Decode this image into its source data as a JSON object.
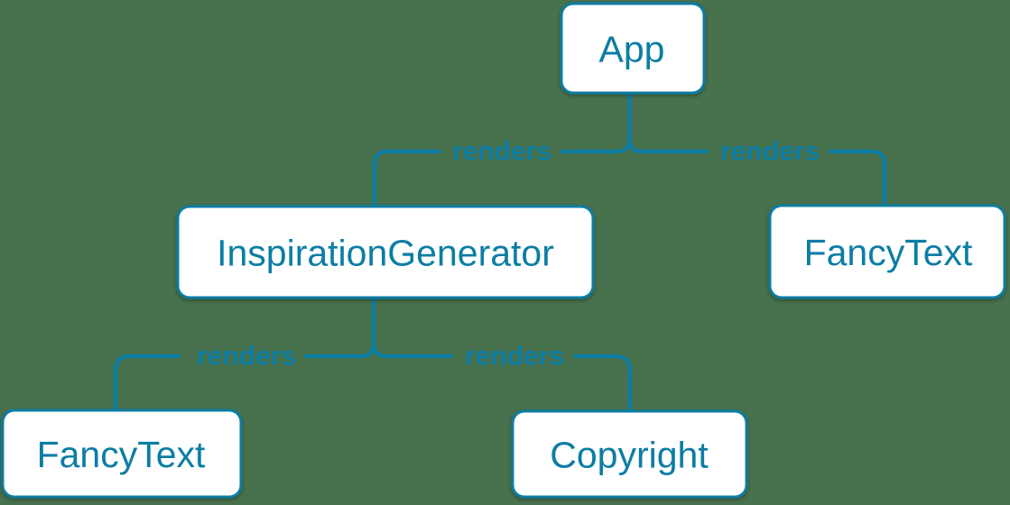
{
  "diagram": {
    "type": "component-tree",
    "colors": {
      "background": "#48714e",
      "accent": "#0c7da4",
      "node_fill": "#ffffff"
    },
    "nodes": [
      {
        "id": "app",
        "label": "App"
      },
      {
        "id": "inspiration-generator",
        "label": "InspirationGenerator"
      },
      {
        "id": "fancy-text-top-right",
        "label": "FancyText"
      },
      {
        "id": "fancy-text-bottom-left",
        "label": "FancyText"
      },
      {
        "id": "copyright",
        "label": "Copyright"
      }
    ],
    "edges": [
      {
        "from": "App",
        "to": "InspirationGenerator",
        "label": "renders"
      },
      {
        "from": "App",
        "to": "FancyText",
        "label": "renders"
      },
      {
        "from": "InspirationGenerator",
        "to": "FancyText",
        "label": "renders"
      },
      {
        "from": "InspirationGenerator",
        "to": "Copyright",
        "label": "renders"
      }
    ]
  }
}
